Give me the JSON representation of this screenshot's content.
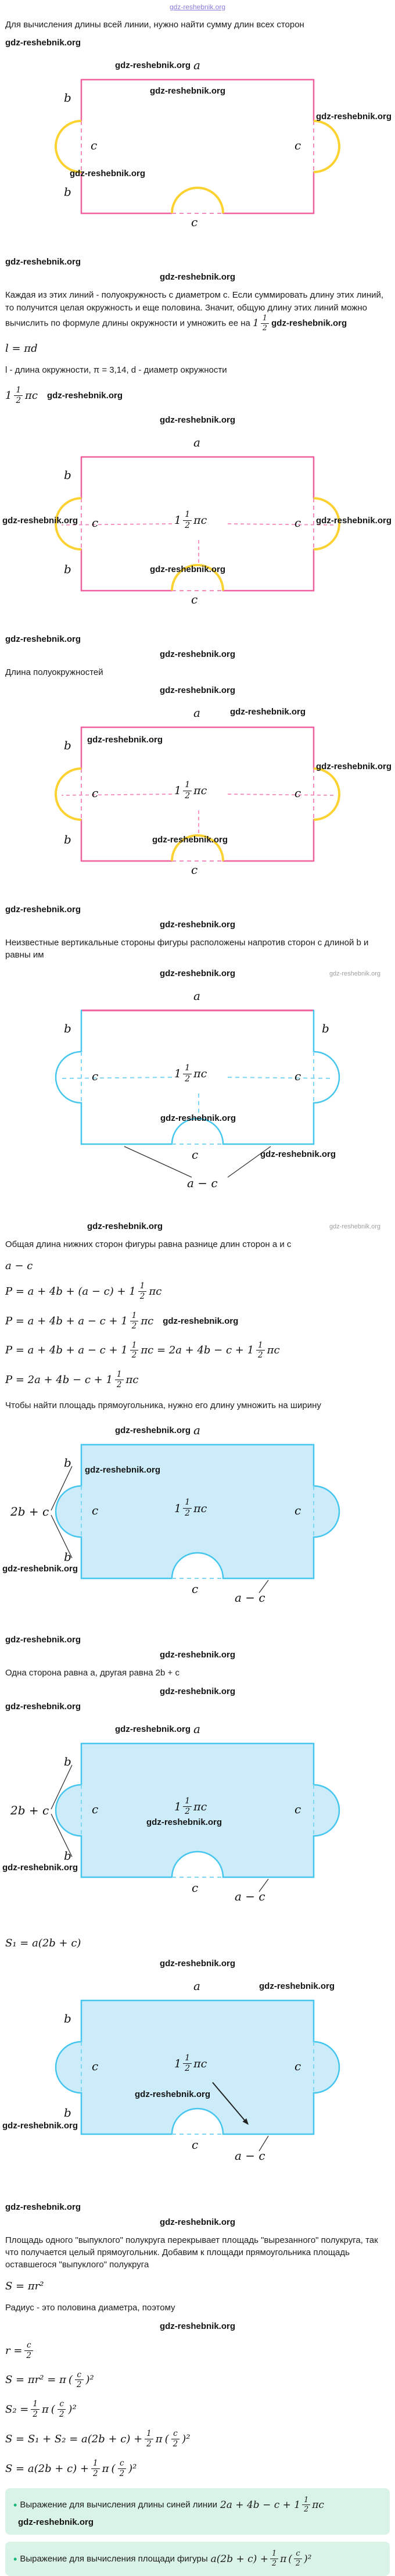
{
  "watermark": {
    "text": "gdz-reshebnik.org"
  },
  "header": {
    "site_link": "gdz-reshebnik.org"
  },
  "paragraphs": {
    "p1": "Для вычисления длины всей линии, нужно найти сумму длин всех сторон",
    "p2": "Каждая из этих линий - полуокружность с диаметром c. Если суммировать длину этих линий, то получится целая окружность и еще половина. Значит, общую длину этих линий можно вычислить по формуле длины окружности и умножить ее на",
    "semicircles_length": "Длина полуокружностей",
    "p3": "Неизвестные вертикальные стороны фигуры расположены напротив сторон с длиной b и равны им",
    "p4": "Общая длина нижних сторон фигуры равна разнице длин сторон a и c",
    "p5": "Чтобы найти площадь прямоугольника, нужно его длину умножить на ширину",
    "p6": "Одна сторона равна a, другая равна 2b + c",
    "p7": "Площадь одного \"выпуклого\" полукруга перекрывает площадь \"вырезанного\" полукруга, так что получается целый прямоугольник. Добавим к площади прямоугольника площадь оставшегося \"выпуклого\" полукруга",
    "radius_note": "Радиус - это половина диаметра, поэтому"
  },
  "math": {
    "one": "1",
    "num1": "1",
    "den2": "2",
    "pic": "πc",
    "pi": "π",
    "lparen": "(",
    "rparen_sq": ")²",
    "c": "c",
    "two": "2",
    "l_eq": "l = πd",
    "l_desc": "l - длина окружности, π = 3,14, d - диаметр окружности",
    "a_minus_c": "a − c",
    "P1_pre": "P = a + 4b + (a − c) + 1",
    "P2_pre": "P = a + 4b + a − c + 1",
    "P3_pre": "P = a + 4b + a − c + 1",
    "P3_mid": "πc = 2a + 4b − c + 1",
    "P4_pre": "P = 2a + 4b − c + 1",
    "S1": "S₁ = a(2b + c)",
    "S_circle": "S = πr²",
    "r_pre": "r =",
    "S_sub_pre": "S = πr² = π",
    "S2_pre": "S₂ =",
    "Ssum_pre": "S = S₁ + S₂ = a(2b + c) +",
    "Sfin_pre": "S = a(2b + c) +"
  },
  "figures": {
    "a": "a",
    "b": "b",
    "c": "c",
    "two_b_plus_c": "2b + c",
    "a_minus_c": "a − c"
  },
  "conclusions": {
    "bullet": "•",
    "g1_text": "Выражение для вычисления длины синей линии",
    "g1_math_pre": "2a + 4b − c + 1",
    "g1_tail": "πc",
    "g2_text": "Выражение для вычисления площади фигуры",
    "g2_math_pre": "a(2b + c) +"
  }
}
